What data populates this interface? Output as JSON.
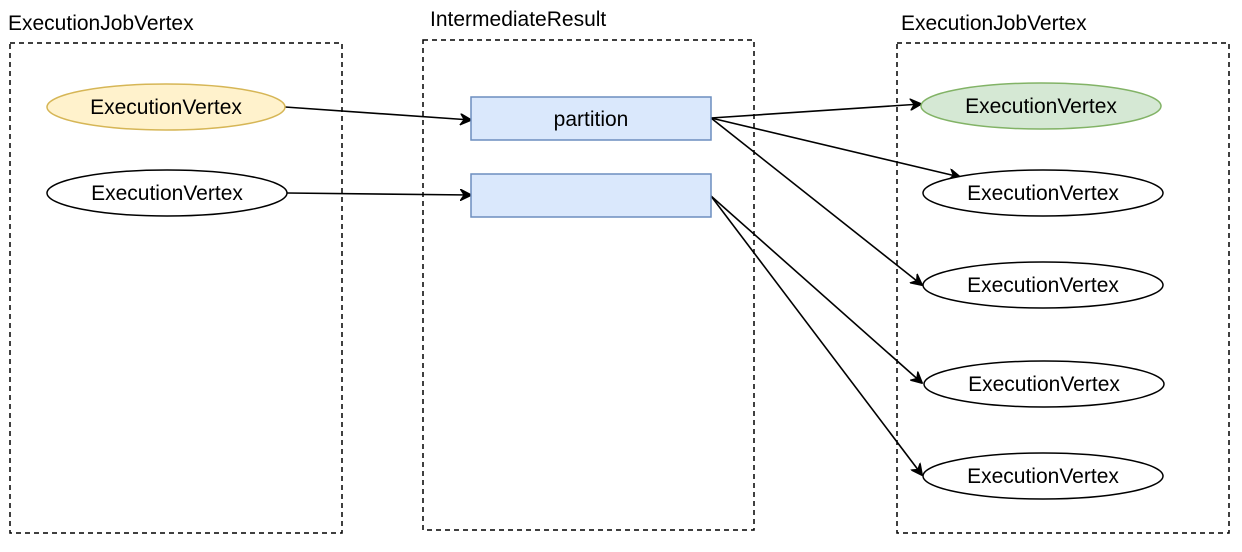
{
  "groups": {
    "producer": {
      "label": "ExecutionJobVertex"
    },
    "intermediate": {
      "label": "IntermediateResult"
    },
    "consumer": {
      "label": "ExecutionJobVertex"
    }
  },
  "nodes": {
    "producer_vertex_1": {
      "label": "ExecutionVertex",
      "fill": "#fff2cc",
      "stroke": "#d6b656"
    },
    "producer_vertex_2": {
      "label": "ExecutionVertex",
      "fill": "#ffffff",
      "stroke": "#000000"
    },
    "partition_1": {
      "label": "partition",
      "fill": "#dae8fc",
      "stroke": "#6c8ebf"
    },
    "partition_2": {
      "label": "",
      "fill": "#dae8fc",
      "stroke": "#6c8ebf"
    },
    "consumer_vertex_1": {
      "label": "ExecutionVertex",
      "fill": "#d5e8d4",
      "stroke": "#82b366"
    },
    "consumer_vertex_2": {
      "label": "ExecutionVertex",
      "fill": "#ffffff",
      "stroke": "#000000"
    },
    "consumer_vertex_3": {
      "label": "ExecutionVertex",
      "fill": "#ffffff",
      "stroke": "#000000"
    },
    "consumer_vertex_4": {
      "label": "ExecutionVertex",
      "fill": "#ffffff",
      "stroke": "#000000"
    },
    "consumer_vertex_5": {
      "label": "ExecutionVertex",
      "fill": "#ffffff",
      "stroke": "#000000"
    }
  },
  "edges": [
    {
      "from": "producer_vertex_1",
      "to": "partition_1"
    },
    {
      "from": "producer_vertex_2",
      "to": "partition_2"
    },
    {
      "from": "partition_1",
      "to": "consumer_vertex_1"
    },
    {
      "from": "partition_1",
      "to": "consumer_vertex_2"
    },
    {
      "from": "partition_1",
      "to": "consumer_vertex_3"
    },
    {
      "from": "partition_2",
      "to": "consumer_vertex_4"
    },
    {
      "from": "partition_2",
      "to": "consumer_vertex_5"
    }
  ]
}
